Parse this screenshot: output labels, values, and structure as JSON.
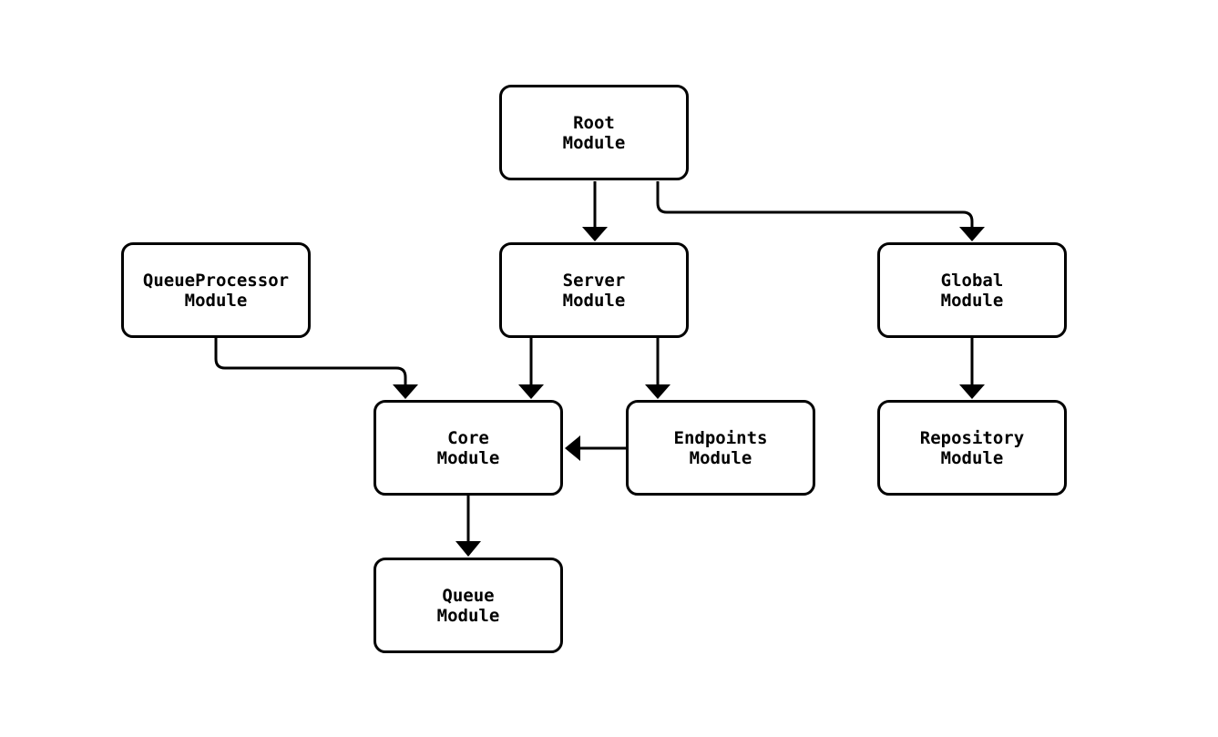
{
  "diagram": {
    "type": "module-dependency-graph",
    "background_color": "#ffffff",
    "line_color": "#000000",
    "node_fill_color": "#ffffff",
    "text_color": "#000000",
    "nodes": [
      {
        "id": "root",
        "label": "Root\nModule"
      },
      {
        "id": "queueprocessor",
        "label": "QueueProcessor\nModule"
      },
      {
        "id": "server",
        "label": "Server\nModule"
      },
      {
        "id": "global",
        "label": "Global\nModule"
      },
      {
        "id": "core",
        "label": "Core\nModule"
      },
      {
        "id": "endpoints",
        "label": "Endpoints\nModule"
      },
      {
        "id": "repository",
        "label": "Repository\nModule"
      },
      {
        "id": "queue",
        "label": "Queue\nModule"
      }
    ],
    "edges": [
      {
        "from": "Root Module",
        "to": "Server Module"
      },
      {
        "from": "Root Module",
        "to": "Global Module"
      },
      {
        "from": "QueueProcessor Module",
        "to": "Core Module"
      },
      {
        "from": "Server Module",
        "to": "Core Module"
      },
      {
        "from": "Server Module",
        "to": "Endpoints Module"
      },
      {
        "from": "Endpoints Module",
        "to": "Core Module"
      },
      {
        "from": "Global Module",
        "to": "Repository Module"
      },
      {
        "from": "Core Module",
        "to": "Queue Module"
      }
    ]
  }
}
